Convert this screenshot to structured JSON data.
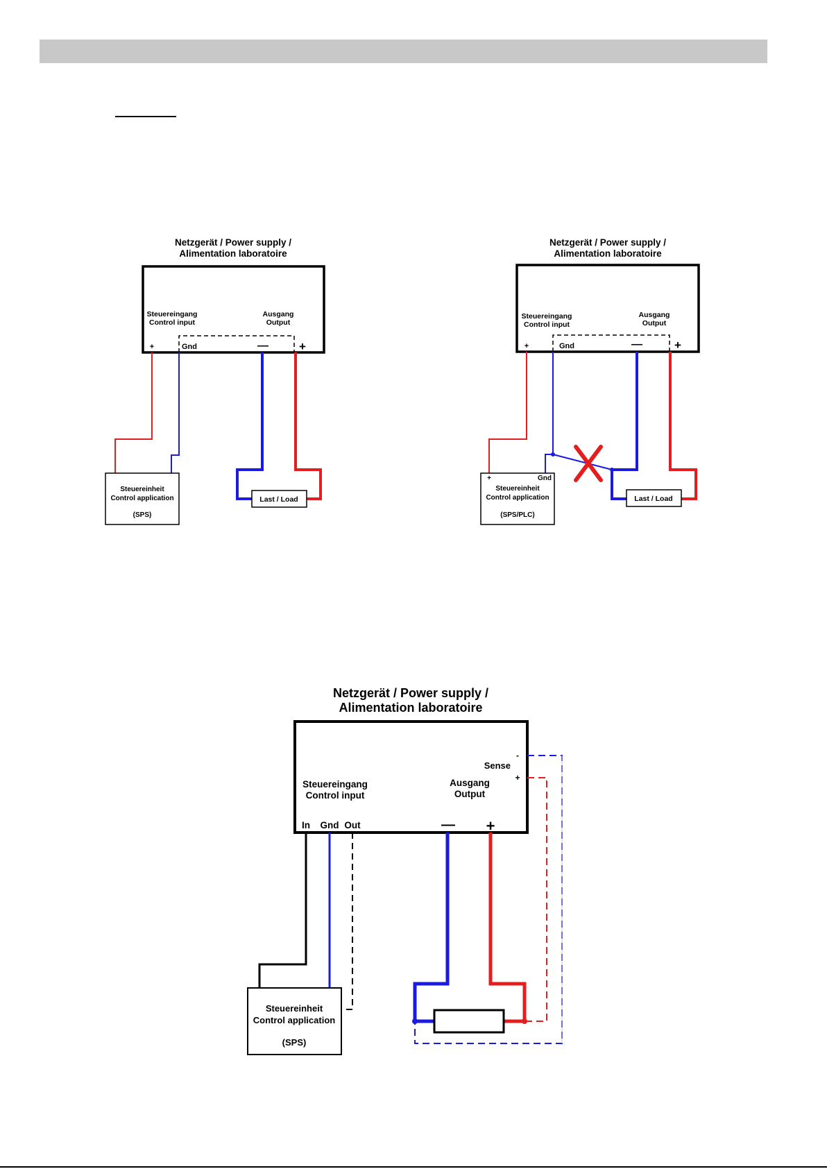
{
  "colors": {
    "positive": "#e41e1e",
    "negative": "#1a1ae0",
    "control": "#000000",
    "cross": "#e41e1e"
  },
  "diagram1": {
    "title_line1": "Netzgerät / Power supply /",
    "title_line2": "Alimentation laboratoire",
    "control_label1": "Steuereingang",
    "control_label2": "Control input",
    "output_label1": "Ausgang",
    "output_label2": "Output",
    "plus_small": "+",
    "gnd": "Gnd",
    "minus": "—",
    "plus": "+",
    "controller_line1": "Steuereinheit",
    "controller_line2": "Control application",
    "controller_line3": "(SPS)",
    "load": "Last / Load"
  },
  "diagram2": {
    "title_line1": "Netzgerät / Power supply /",
    "title_line2": "Alimentation laboratoire",
    "control_label1": "Steuereingang",
    "control_label2": "Control input",
    "output_label1": "Ausgang",
    "output_label2": "Output",
    "plus_small": "+",
    "gnd": "Gnd",
    "minus": "—",
    "plus": "+",
    "controller_plus": "+",
    "controller_gnd": "Gnd",
    "controller_line1": "Steuereinheit",
    "controller_line2": "Control application",
    "controller_line3": "(SPS/PLC)",
    "load": "Last / Load"
  },
  "diagram3": {
    "title_line1": "Netzgerät / Power supply /",
    "title_line2": "Alimentation laboratoire",
    "control_label1": "Steuereingang",
    "control_label2": "Control input",
    "output_label1": "Ausgang",
    "output_label2": "Output",
    "in": "In",
    "gnd": "Gnd",
    "out": "Out",
    "minus": "—",
    "plus": "+",
    "sense": "Sense",
    "sense_minus": "-",
    "sense_plus": "+",
    "controller_line1": "Steuereinheit",
    "controller_line2": "Control application",
    "controller_line3": "(SPS)"
  }
}
